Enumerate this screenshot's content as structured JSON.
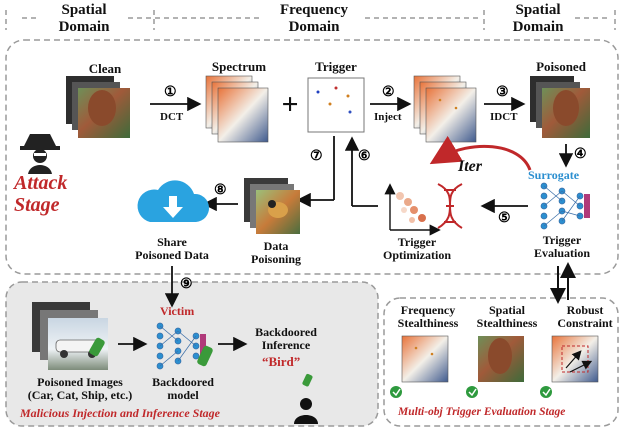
{
  "headers": {
    "spatial_left": [
      "Spatial",
      "Domain"
    ],
    "frequency": [
      "Frequency",
      "Domain"
    ],
    "spatial_right": [
      "Spatial",
      "Domain"
    ]
  },
  "attack": {
    "label": [
      "Attack",
      "Stage"
    ],
    "clean": "Clean",
    "spectrum": "Spectrum",
    "trigger": "Trigger",
    "poisoned": "Poisoned",
    "dct": "DCT",
    "inject": "Inject",
    "idct": "IDCT",
    "plus": "+",
    "surrogate": "Surrogate",
    "trigger_evaluation": [
      "Trigger",
      "Evaluation"
    ],
    "trigger_optimization": [
      "Trigger",
      "Optimization"
    ],
    "iter": "Iter",
    "data_poisoning": [
      "Data",
      "Poisoning"
    ],
    "share_poisoned_data": [
      "Share",
      "Poisoned Data"
    ]
  },
  "steps": [
    "①",
    "②",
    "③",
    "④",
    "⑤",
    "⑥",
    "⑦",
    "⑧",
    "⑨"
  ],
  "injection": {
    "poisoned_images": [
      "Poisoned Images",
      "(Car, Cat, Ship, etc.)"
    ],
    "victim": "Victim",
    "backdoored_model": [
      "Backdoored",
      "model"
    ],
    "backdoored_inference": [
      "Backdoored",
      "Inference"
    ],
    "bird": "“Bird”",
    "stage_title": "Malicious Injection and Inference Stage"
  },
  "evaluation": {
    "frequency_stealthiness": [
      "Frequency",
      "Stealthiness"
    ],
    "spatial_stealthiness": [
      "Spatial",
      "Stealthiness"
    ],
    "robust_constraint": [
      "Robust",
      "Constraint"
    ],
    "stage_title": "Multi-obj Trigger Evaluation Stage"
  },
  "colors": {
    "accent_red": "#c0282a",
    "accent_blue": "#2b8fd0",
    "dash": "#9a9a9a",
    "panel_bg": "#e8e8e8"
  },
  "icons": [
    "hacker-icon",
    "cloud-download-icon",
    "dna-icon",
    "neural-network-icon",
    "user-icon",
    "check-icon",
    "poison-bottle-icon"
  ]
}
